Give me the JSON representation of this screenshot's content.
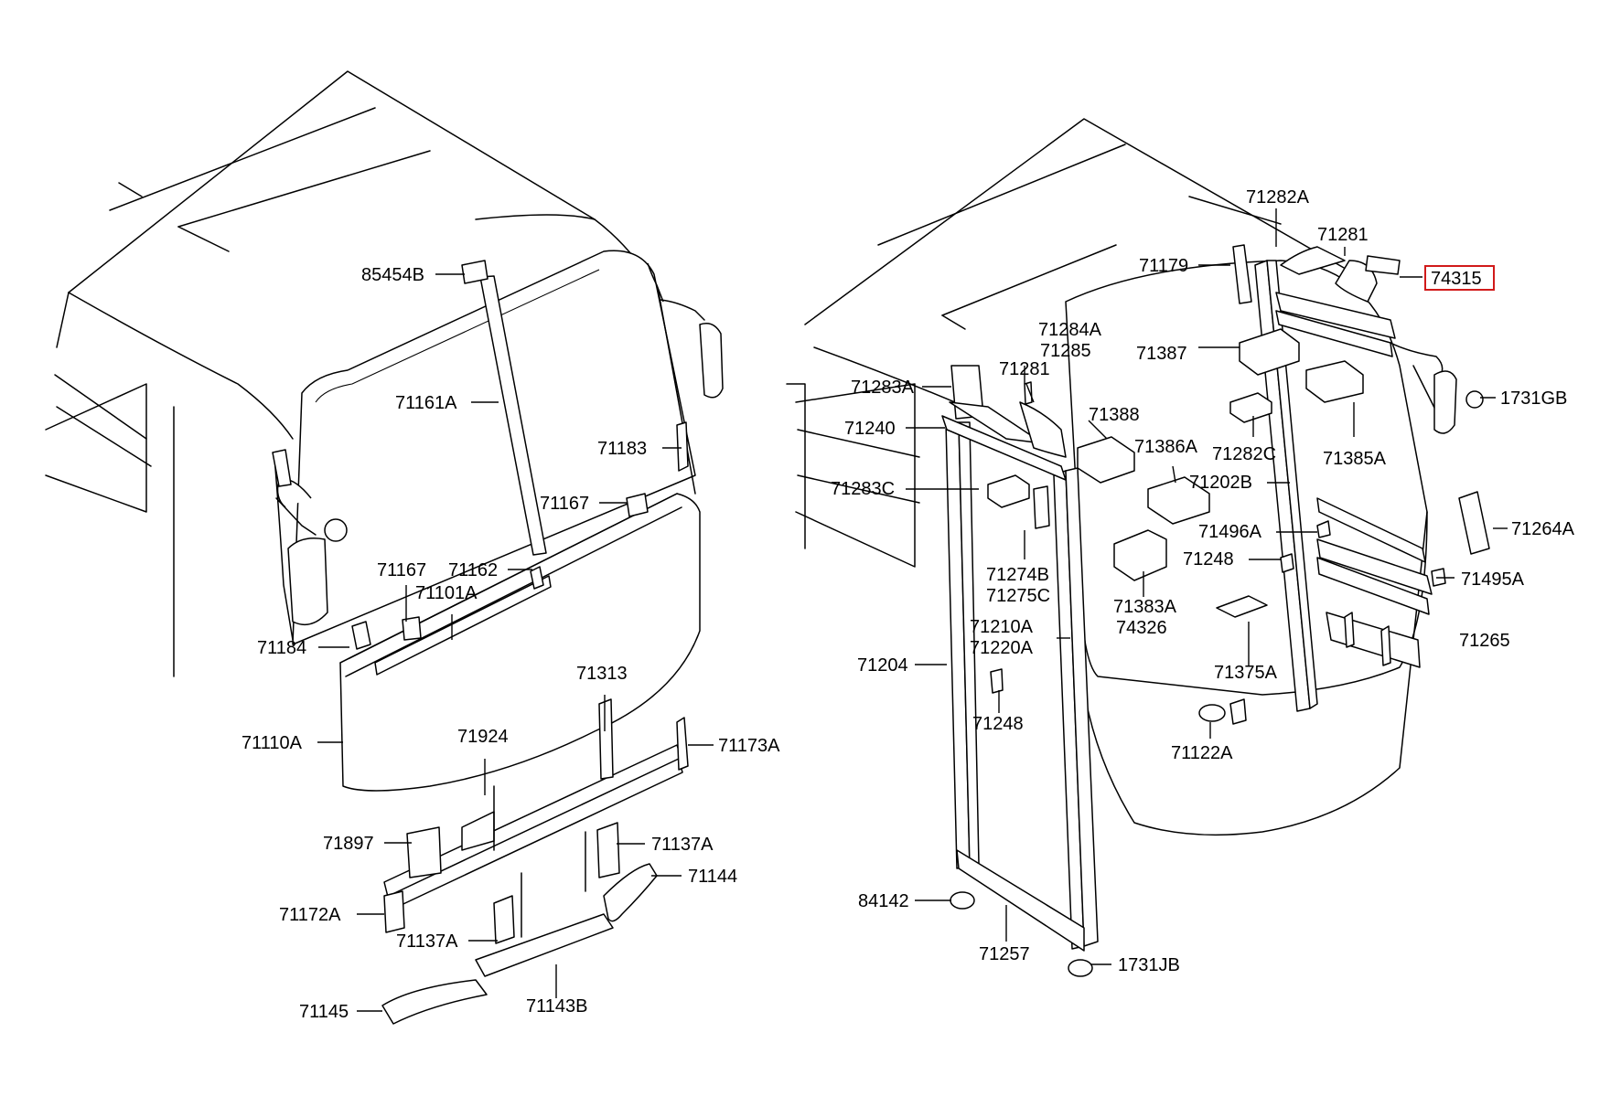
{
  "highlight_color": "#d11a1a",
  "left_labels": [
    {
      "id": "85454B",
      "text": "85454B"
    },
    {
      "id": "71161A",
      "text": "71161A"
    },
    {
      "id": "71183",
      "text": "71183"
    },
    {
      "id": "71167a",
      "text": "71167"
    },
    {
      "id": "71167b",
      "text": "71167"
    },
    {
      "id": "71162",
      "text": "71162"
    },
    {
      "id": "71101A",
      "text": "71101A"
    },
    {
      "id": "71184",
      "text": "71184"
    },
    {
      "id": "71313",
      "text": "71313"
    },
    {
      "id": "71110A",
      "text": "71110A"
    },
    {
      "id": "71924",
      "text": "71924"
    },
    {
      "id": "71173A",
      "text": "71173A"
    },
    {
      "id": "71897",
      "text": "71897"
    },
    {
      "id": "71137Aa",
      "text": "71137A"
    },
    {
      "id": "71144",
      "text": "71144"
    },
    {
      "id": "71172A",
      "text": "71172A"
    },
    {
      "id": "71137Ab",
      "text": "71137A"
    },
    {
      "id": "71145",
      "text": "71145"
    },
    {
      "id": "71143B",
      "text": "71143B"
    }
  ],
  "right_labels": [
    {
      "id": "71282A",
      "text": "71282A"
    },
    {
      "id": "71281a",
      "text": "71281"
    },
    {
      "id": "71179",
      "text": "71179"
    },
    {
      "id": "74315",
      "text": "74315",
      "highlighted": true
    },
    {
      "id": "71284A",
      "text": "71284A"
    },
    {
      "id": "71285",
      "text": "71285"
    },
    {
      "id": "71387",
      "text": "71387"
    },
    {
      "id": "1731GB",
      "text": "1731GB"
    },
    {
      "id": "71283A",
      "text": "71283A"
    },
    {
      "id": "71281b",
      "text": "71281"
    },
    {
      "id": "71388",
      "text": "71388"
    },
    {
      "id": "71240",
      "text": "71240"
    },
    {
      "id": "71386A",
      "text": "71386A"
    },
    {
      "id": "71282C",
      "text": "71282C"
    },
    {
      "id": "71385A",
      "text": "71385A"
    },
    {
      "id": "71283C",
      "text": "71283C"
    },
    {
      "id": "71202B",
      "text": "71202B"
    },
    {
      "id": "71496A",
      "text": "71496A"
    },
    {
      "id": "71264A",
      "text": "71264A"
    },
    {
      "id": "71248a",
      "text": "71248"
    },
    {
      "id": "71274B",
      "text": "71274B"
    },
    {
      "id": "71275C",
      "text": "71275C"
    },
    {
      "id": "71383A",
      "text": "71383A"
    },
    {
      "id": "74326",
      "text": "74326"
    },
    {
      "id": "71495A",
      "text": "71495A"
    },
    {
      "id": "71210A",
      "text": "71210A"
    },
    {
      "id": "71220A",
      "text": "71220A"
    },
    {
      "id": "71265",
      "text": "71265"
    },
    {
      "id": "71204",
      "text": "71204"
    },
    {
      "id": "71375A",
      "text": "71375A"
    },
    {
      "id": "71248b",
      "text": "71248"
    },
    {
      "id": "71122A",
      "text": "71122A"
    },
    {
      "id": "84142",
      "text": "84142"
    },
    {
      "id": "71257",
      "text": "71257"
    },
    {
      "id": "1731JB",
      "text": "1731JB"
    }
  ]
}
